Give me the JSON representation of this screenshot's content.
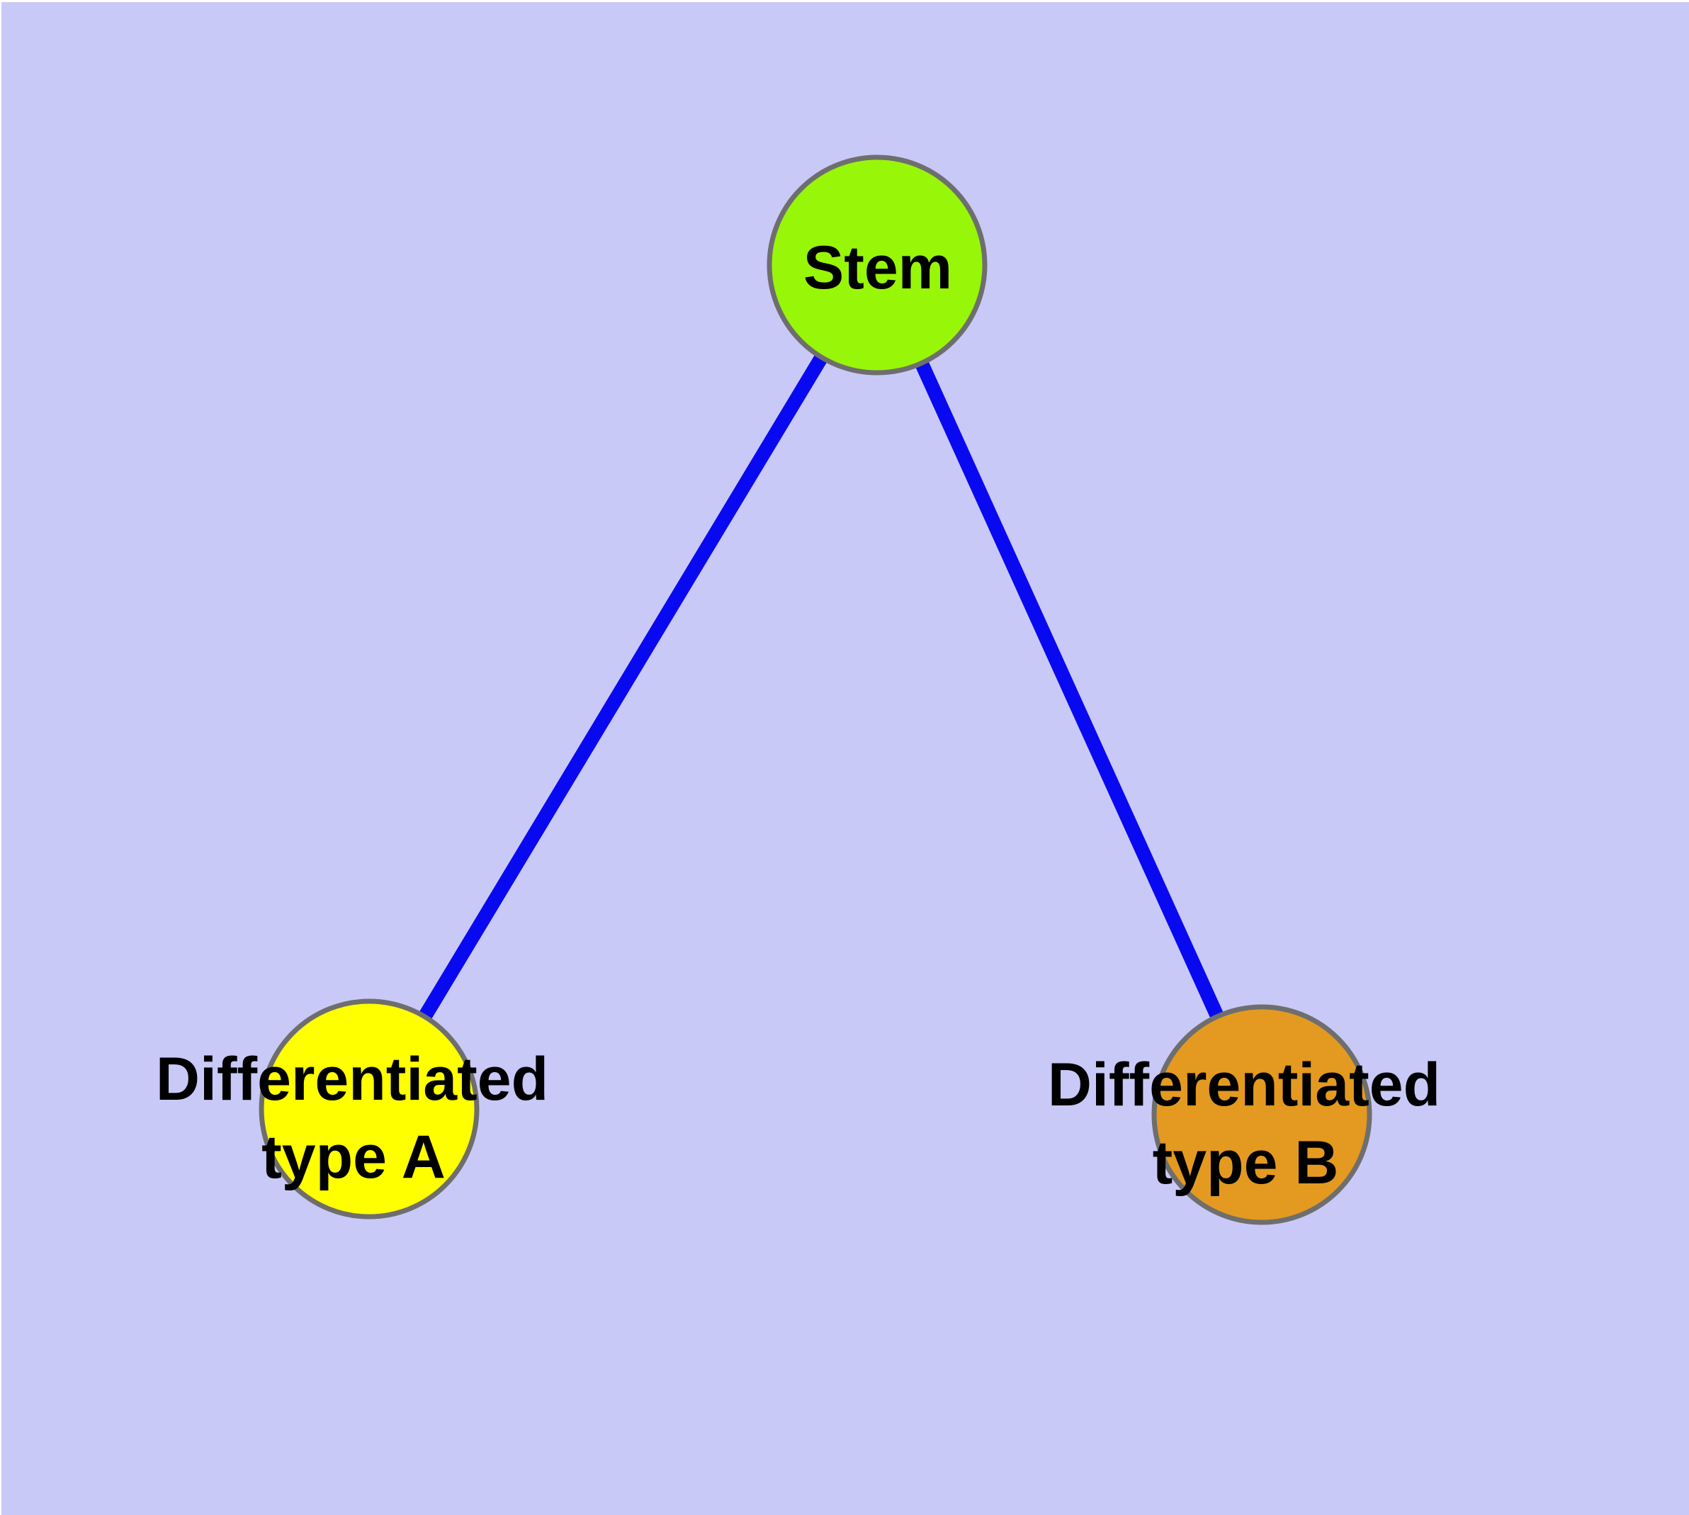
{
  "figure": {
    "background_color": "#c9c9f8",
    "node_border_color": "#6e6e6e",
    "edge_color": "#0909f1",
    "text_color": "#000000",
    "nodes": {
      "stem": {
        "label": "Stem",
        "fill": "#98f608"
      },
      "type_a": {
        "label_line1": "Differentiated",
        "label_line2": "type A",
        "fill": "#ffff00"
      },
      "type_b": {
        "label_line1": "Differentiated",
        "label_line2": "type B",
        "fill": "#e49a20"
      }
    },
    "edges": [
      {
        "from": "Stem",
        "to": "Differentiated type A"
      },
      {
        "from": "Stem",
        "to": "Differentiated type B"
      }
    ]
  }
}
